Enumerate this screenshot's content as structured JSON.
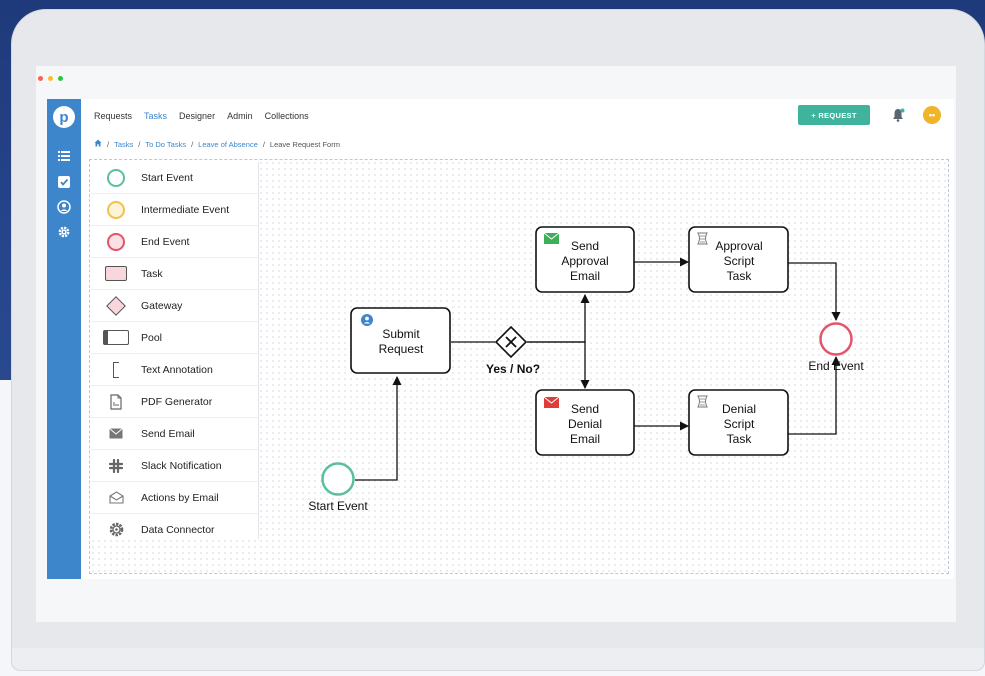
{
  "colors": {
    "sidebar": "#3e86cc",
    "request_button": "#3fb39c",
    "avatar": "#f0b429",
    "start_event": "#5bbf9b",
    "intermediate_event": "#f0c24b",
    "end_event": "#e2556a",
    "task_fill": "#f9d5dc"
  },
  "window_dots": [
    "#ff5f57",
    "#febc2e",
    "#28c840"
  ],
  "sidebar": {
    "logo": "p",
    "icons": [
      "list-icon",
      "check-square-icon",
      "user-circle-icon",
      "gear-icon"
    ]
  },
  "topnav": {
    "items": [
      "Requests",
      "Tasks",
      "Designer",
      "Admin",
      "Collections"
    ],
    "active": "Tasks"
  },
  "header": {
    "request_button": "+ REQUEST",
    "bell_icon": "bell-icon",
    "avatar_initials": "••"
  },
  "breadcrumb": {
    "home_icon": "home-icon",
    "items": [
      "Tasks",
      "To Do Tasks",
      "Leave of Absence",
      "Leave Request Form"
    ]
  },
  "palette": {
    "items": [
      {
        "label": "Start Event",
        "icon": "start-event-icon"
      },
      {
        "label": "Intermediate Event",
        "icon": "intermediate-event-icon"
      },
      {
        "label": "End Event",
        "icon": "end-event-icon"
      },
      {
        "label": "Task",
        "icon": "task-icon"
      },
      {
        "label": "Gateway",
        "icon": "gateway-icon"
      },
      {
        "label": "Pool",
        "icon": "pool-icon"
      },
      {
        "label": "Text Annotation",
        "icon": "text-annotation-icon"
      },
      {
        "label": "PDF Generator",
        "icon": "pdf-icon"
      },
      {
        "label": "Send Email",
        "icon": "envelope-icon"
      },
      {
        "label": "Slack Notification",
        "icon": "slack-icon"
      },
      {
        "label": "Actions by Email",
        "icon": "email-actions-icon"
      },
      {
        "label": "Data Connector",
        "icon": "connector-gear-icon"
      }
    ]
  },
  "diagram": {
    "start_event": "Start Event",
    "submit_request": [
      "Submit",
      "Request"
    ],
    "gateway_label": "Yes / No?",
    "send_approval": [
      "Send",
      "Approval",
      "Email"
    ],
    "approval_script": [
      "Approval",
      "Script",
      "Task"
    ],
    "send_denial": [
      "Send",
      "Denial",
      "Email"
    ],
    "denial_script": [
      "Denial",
      "Script",
      "Task"
    ],
    "end_event": "End Event"
  }
}
